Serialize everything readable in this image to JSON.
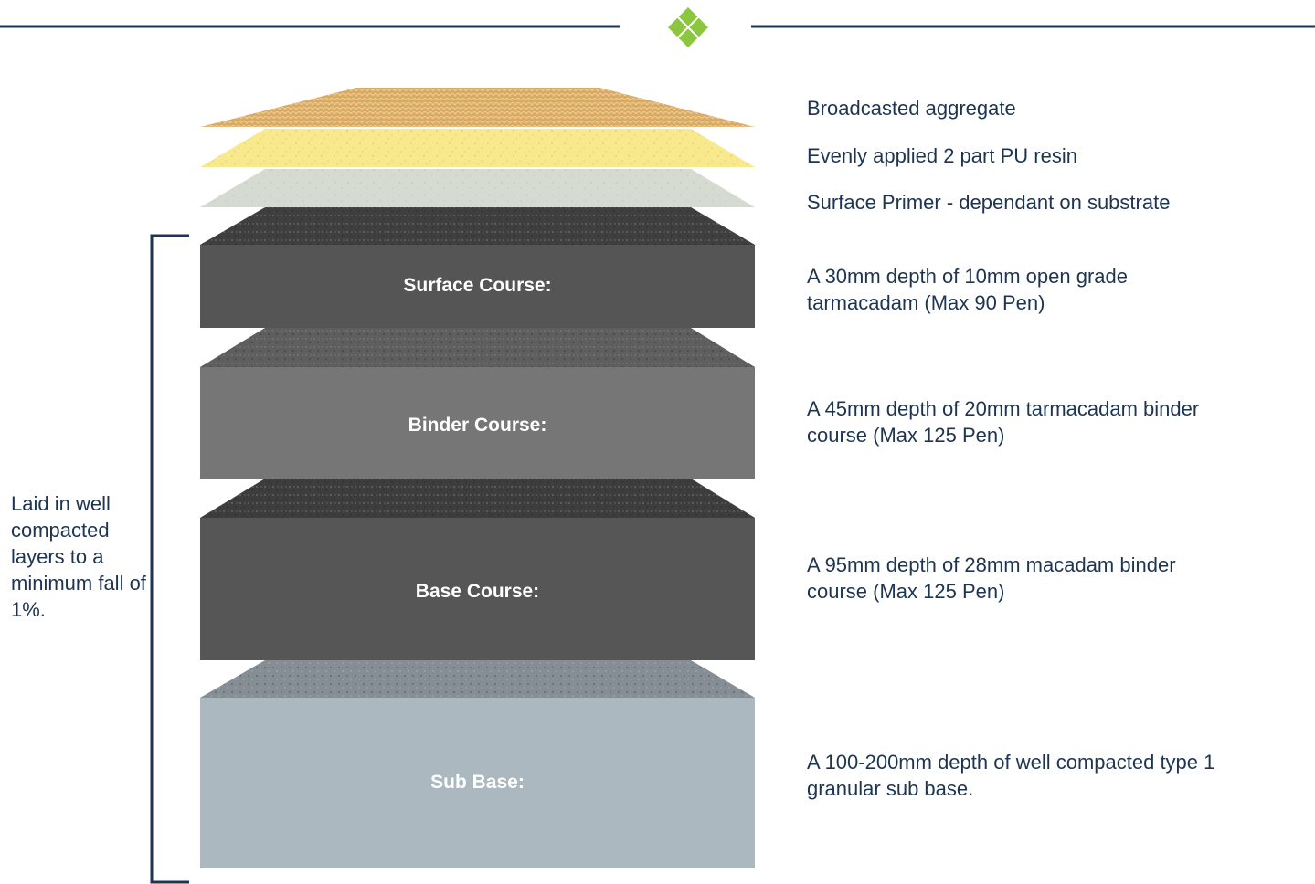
{
  "colors": {
    "navy": "#1e3552",
    "accent_green": "#8cc63f",
    "aggregate": "#d9aa62",
    "resin": "#f7e98c",
    "primer": "#d6dbd2",
    "surface_course": "#555555",
    "binder_course": "#767676",
    "base_course": "#565656",
    "sub_base": "#abb8bf"
  },
  "top_layers": [
    {
      "label": "Broadcasted aggregate"
    },
    {
      "label": "Evenly applied 2 part PU resin"
    },
    {
      "label": "Surface Primer - dependant on substrate"
    }
  ],
  "courses": [
    {
      "title": "Surface Course:",
      "description_lines": [
        "A 30mm depth of 10mm open grade",
        "tarmacadam (Max 90 Pen)"
      ]
    },
    {
      "title": "Binder Course:",
      "description_lines": [
        "A 45mm depth of 20mm tarmacadam binder",
        "course (Max 125 Pen)"
      ]
    },
    {
      "title": "Base Course:",
      "description_lines": [
        "A 95mm depth of 28mm macadam binder",
        "course (Max 125 Pen)"
      ]
    },
    {
      "title": "Sub Base:",
      "description_lines": [
        "A 100-200mm depth of well compacted type 1",
        "granular sub base."
      ]
    }
  ],
  "side_note": "Laid in well compacted layers to a minimum fall of 1%."
}
